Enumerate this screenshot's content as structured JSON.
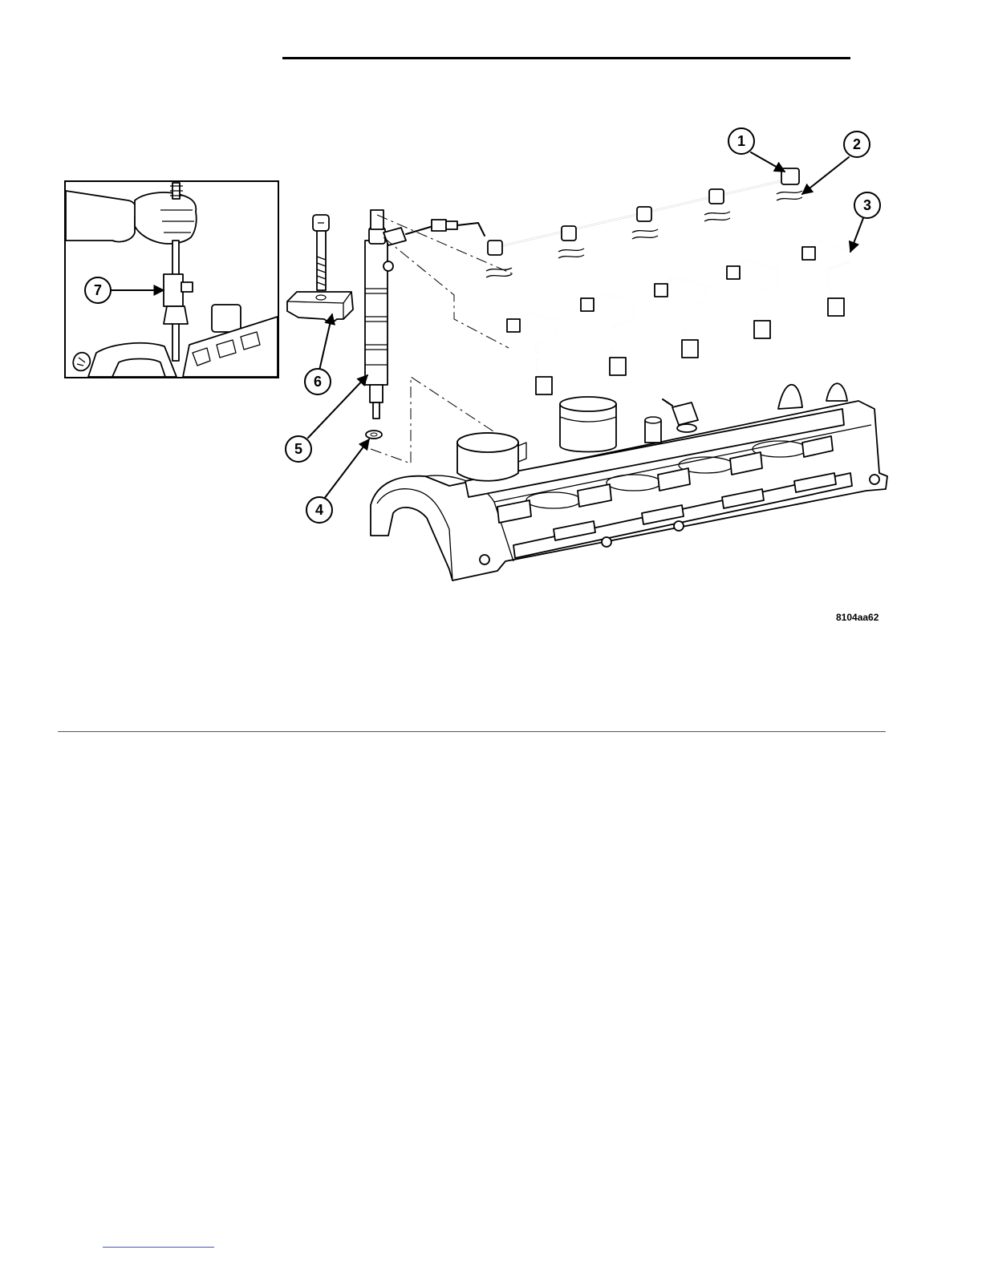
{
  "figure": {
    "code": "8104aa62",
    "callouts": [
      {
        "id": "1",
        "label": "1"
      },
      {
        "id": "2",
        "label": "2"
      },
      {
        "id": "3",
        "label": "3"
      },
      {
        "id": "4",
        "label": "4"
      },
      {
        "id": "5",
        "label": "5"
      },
      {
        "id": "6",
        "label": "6"
      },
      {
        "id": "7",
        "label": "7"
      }
    ]
  }
}
